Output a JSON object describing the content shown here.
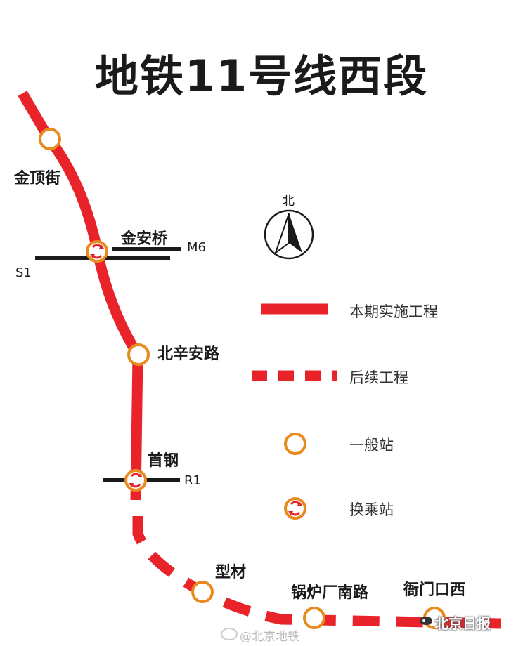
{
  "title": "地铁11号线西段",
  "colors": {
    "line": "#e8242a",
    "station_ring": "#e98a1e",
    "transfer_line": "#1a1a1a"
  },
  "compass": {
    "label": "北",
    "icon": "north-arrow-icon"
  },
  "stations": {
    "jindingjie": "金顶街",
    "jinanqiao": "金安桥",
    "beixinanlu": "北辛安路",
    "shougang": "首钢",
    "xingcai": "型材",
    "guoluchangnanlu": "锅炉厂南路",
    "hengmenkouxi": "衙门口西"
  },
  "transfer_lines": {
    "m6": "M6",
    "s1": "S1",
    "r1": "R1"
  },
  "legend": {
    "current_phase": "本期实施工程",
    "future": "后续工程",
    "regular_station": "一般站",
    "transfer_station": "换乘站"
  },
  "watermarks": {
    "weibo": "@北京地铁",
    "newspaper": "北京日报"
  }
}
